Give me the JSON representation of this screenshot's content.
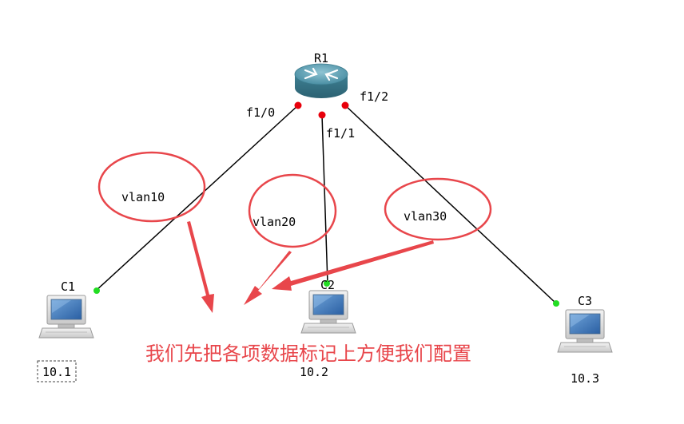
{
  "router": {
    "name": "R1"
  },
  "ports": {
    "p0": "f1/0",
    "p1": "f1/1",
    "p2": "f1/2"
  },
  "hosts": {
    "c1": {
      "name": "C1",
      "ip": "10.1"
    },
    "c2": {
      "name": "C2",
      "ip": "10.2"
    },
    "c3": {
      "name": "C3",
      "ip": "10.3"
    }
  },
  "vlans": {
    "v10": "vlan10",
    "v20": "vlan20",
    "v30": "vlan30"
  },
  "annotation": {
    "text": "我们先把各项数据标记上方便我们配置"
  },
  "colors": {
    "annotation": "#e8464b",
    "port_down": "#e8000b",
    "port_up": "#22dd22",
    "link": "#000000"
  }
}
